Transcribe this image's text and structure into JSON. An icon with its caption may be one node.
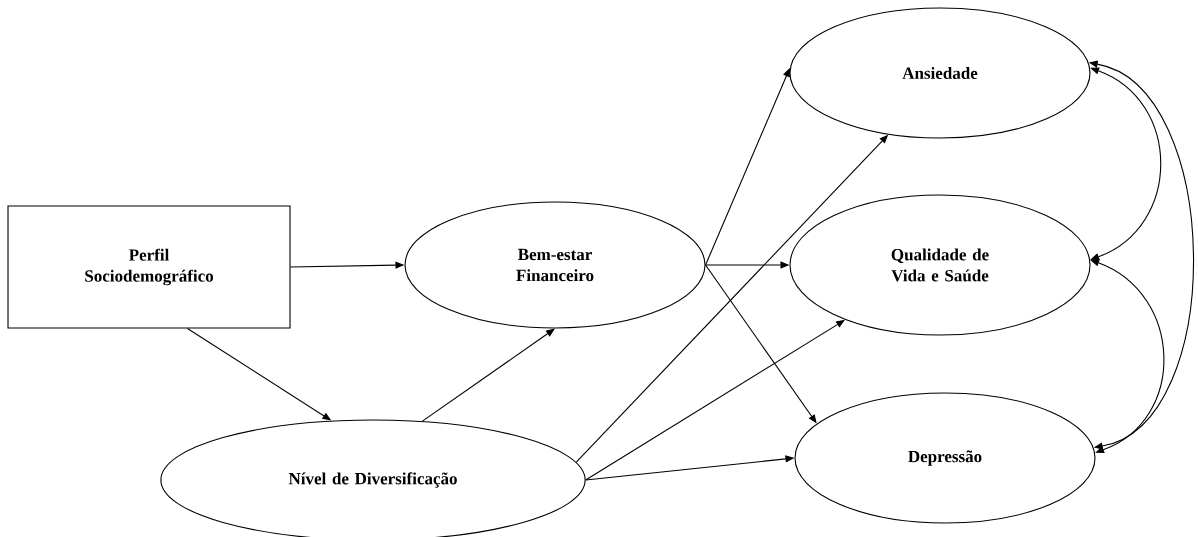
{
  "diagram": {
    "nodes": [
      {
        "text": [
          "Perfil Sociodemográfico"
        ]
      },
      {
        "text": [
          "Bem-estar Financeiro"
        ]
      },
      {
        "text": [
          "Nível de Diversificação"
        ]
      },
      {
        "text": [
          "Ansiedade"
        ]
      },
      {
        "text": [
          "Qualidade de Vida e Saúde"
        ]
      },
      {
        "text": [
          "Depressão"
        ]
      }
    ],
    "edges": [
      {
        "from": 0,
        "to": 1,
        "arrow": "to"
      },
      {
        "from": 0,
        "to": 2,
        "arrow": "to"
      },
      {
        "from": 2,
        "to": 1,
        "arrow": "to"
      },
      {
        "from": 1,
        "to": 3,
        "arrow": "to"
      },
      {
        "from": 1,
        "to": 4,
        "arrow": "to"
      },
      {
        "from": 1,
        "to": 5,
        "arrow": "to"
      },
      {
        "from": 2,
        "to": 3,
        "arrow": "to"
      },
      {
        "from": 2,
        "to": 4,
        "arrow": "to"
      },
      {
        "from": 2,
        "to": 5,
        "arrow": "to"
      },
      {
        "from": 3,
        "to": 4,
        "arrow": "both"
      },
      {
        "from": 4,
        "to": 5,
        "arrow": "both"
      },
      {
        "from": 3,
        "to": 5,
        "arrow": "both"
      }
    ]
  }
}
